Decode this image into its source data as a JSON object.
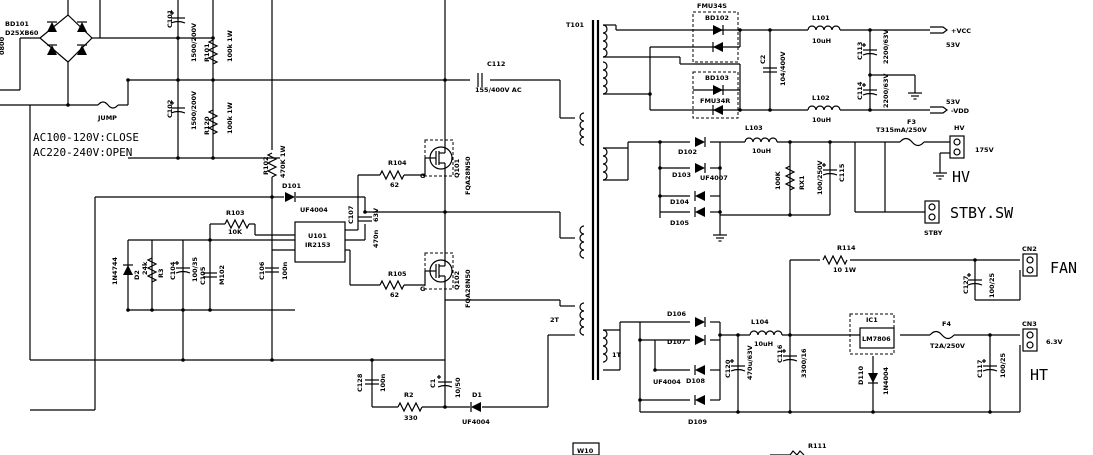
{
  "labels": {
    "bd101": "BD101",
    "bd101_val": "D25XB60",
    "edge_text": "0800",
    "c101": "C101",
    "c101_val": "1500/200V",
    "r101": "R101",
    "r101_val": "100k 1W",
    "c102": "C102",
    "c102_val": "1500/200V",
    "r120": "R120",
    "r120_val": "100k 1W",
    "jump": "JUMP",
    "ac_close": "AC100-120V:CLOSE",
    "ac_open": "AC220-240V:OPEN",
    "c112": "C112",
    "c112_val": "155/400V AC",
    "r102": "R102",
    "r102_val": "470K 1W",
    "d101": "D101",
    "d101_val": "UF4004",
    "r104": "R104",
    "r104_val": "62",
    "q101": "Q101",
    "q101_val": "FQA28N50",
    "c107": "C107",
    "c107_val1": "63V",
    "c107_val2": "470n",
    "r103": "R103",
    "r103_val": "10K",
    "u101": "U101",
    "u101_val": "IR2153",
    "d2": "D2",
    "d2_part": "1N4744",
    "d2_val": "24k",
    "r3": "R3",
    "c104": "C104",
    "c104_val": "100/35",
    "c105": "C105",
    "c105_val": "M102",
    "c106": "C106",
    "c106_val": "100n",
    "r105": "R105",
    "r105_val": "62",
    "q102": "Q102",
    "q102_val": "FQA28N50",
    "t2": "2T",
    "c128": "C128",
    "c128_val": "100n",
    "r2": "R2",
    "r2_val": "330",
    "c1": "C1",
    "c1_val": "10/50",
    "d1": "D1",
    "d1_val": "UF4004",
    "t101": "T101",
    "fmu34s": "FMU34S",
    "bd102": "BD102",
    "bd103": "BD103",
    "fmu34r": "FMU34R",
    "c2": "C2",
    "c2_val": "104/400V",
    "l101": "L101",
    "l101_val": "10uH",
    "l102": "L102",
    "l102_val": "10uH",
    "c113": "C113",
    "c113_val": "2200/63V",
    "c114": "C114",
    "c114_val": "2200/63V",
    "vcc": "+VCC",
    "vcc_v": "53V",
    "vdd": "-VDD",
    "vdd_v": "53V",
    "d102": "D102",
    "d103": "D103",
    "d103_val": "UF4007",
    "d104": "D104",
    "d105": "D105",
    "l103": "L103",
    "l103_val": "10uH",
    "r121": "RX1",
    "r121_val": "100K",
    "c115": "C115",
    "c115_val": "100/250V",
    "f3": "F3",
    "f3_val": "T315mA/250V",
    "hv": "HV",
    "hv_v": "175V",
    "hv_big": "HV",
    "stby": "STBY",
    "stby_big": "STBY.SW",
    "r114": "R114",
    "r114_val": "10 1W",
    "cn2": "CN2",
    "fan": "FAN",
    "c127": "C127",
    "c127_val": "100/25",
    "t1": "1T",
    "d106": "D106",
    "d107": "D107",
    "d108": "D108",
    "d109": "D109",
    "uf4004b": "UF4004",
    "l104": "L104",
    "l104_val": "10uH",
    "c120": "C120",
    "c120_val": "470u/63V",
    "c116": "C116",
    "c116_val": "3300/16",
    "ic1": "IC1",
    "ic1_val": "LM7806",
    "d110": "D110",
    "d110_val": "1N4004",
    "f4": "F4",
    "f4_val": "T2A/250V",
    "cn3": "CN3",
    "cn3_v": "6.3V",
    "c117": "C117",
    "c117_val": "100/25",
    "ht": "HT",
    "r111": "R111",
    "bottom_box": "W10"
  }
}
